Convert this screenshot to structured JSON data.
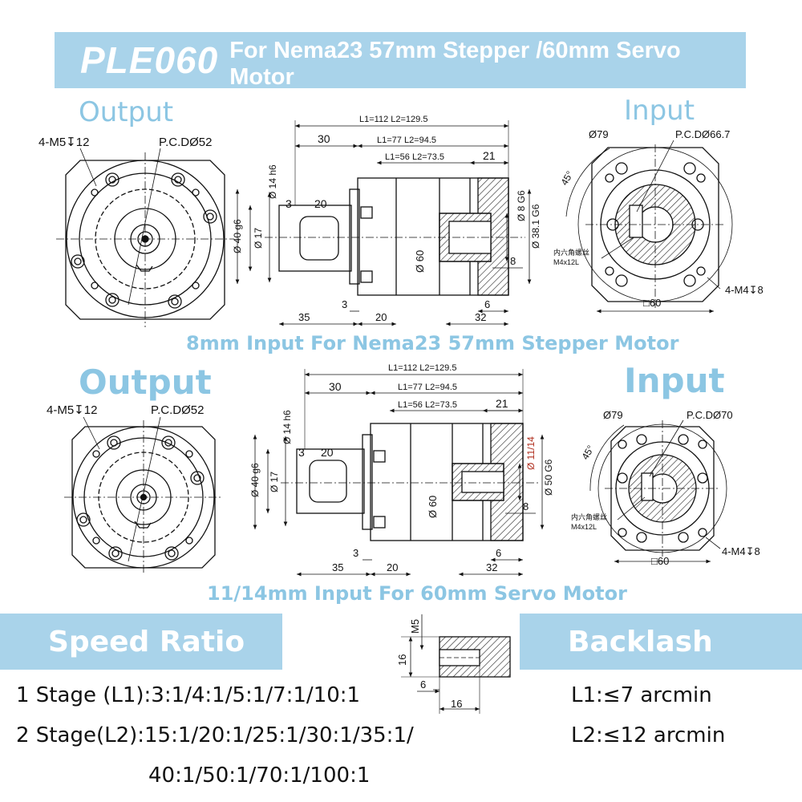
{
  "title": {
    "model": "PLE060",
    "description": "For Nema23 57mm Stepper /60mm Servo Motor"
  },
  "section1": {
    "output_label": "Output",
    "input_label": "Input",
    "caption": "8mm Input For Nema23 57mm Stepper Motor",
    "output_view": {
      "holes": "4-M5↧12",
      "pcd": "P.C.DØ52"
    },
    "side_view": {
      "l3": "L1=112   L2=129.5",
      "l2": "L1=77   L2=94.5",
      "l1": "L1=56   L2=73.5",
      "d30": "30",
      "d21": "21",
      "d20": "20",
      "d3a": "3",
      "phi14": "Ø 14 h6",
      "phi40": "Ø 40 g6",
      "phi17": "Ø 17",
      "phi60": "Ø 60",
      "phi_in": "Ø 8 G6",
      "phi_bore": "Ø 38.1 G6",
      "d8": "8",
      "d3b": "3",
      "d35": "35",
      "d20b": "20",
      "d6": "6",
      "d32": "32"
    },
    "input_view": {
      "phi79": "Ø79",
      "pcd": "P.C.DØ66.7",
      "angle": "45°",
      "screw_cn": "内六角螺丝",
      "screw": "M4x12L",
      "holes": "4-M4↧8",
      "square": "□60"
    }
  },
  "section2": {
    "output_label": "Output",
    "input_label": "Input",
    "caption": "11/14mm Input For 60mm Servo Motor",
    "output_view": {
      "holes": "4-M5↧12",
      "pcd": "P.C.DØ52"
    },
    "side_view": {
      "l3": "L1=112   L2=129.5",
      "l2": "L1=77   L2=94.5",
      "l1": "L1=56   L2=73.5",
      "d30": "30",
      "d21": "21",
      "d20": "20",
      "d3a": "3",
      "phi14": "Ø 14 h6",
      "phi40": "Ø 40 g6",
      "phi17": "Ø 17",
      "phi60": "Ø 60",
      "phi_in": "Ø 11/14",
      "phi_bore": "Ø 50 G6",
      "d8": "8",
      "d3b": "3",
      "d35": "35",
      "d20b": "20",
      "d6": "6",
      "d32": "32"
    },
    "input_view": {
      "phi79": "Ø79",
      "pcd": "P.C.DØ70",
      "angle": "45°",
      "screw_cn": "内六角螺丝",
      "screw": "M4x12L",
      "holes": "4-M4↧8",
      "square": "□60"
    }
  },
  "detail": {
    "m5": "M5",
    "d16a": "16",
    "d6": "6",
    "d16b": "16"
  },
  "speed_ratio": {
    "heading": "Speed Ratio",
    "stage1": "1 Stage (L1):3:1/4:1/5:1/7:1/10:1",
    "stage2_line1": "2 Stage(L2):15:1/20:1/25:1/30:1/35:1/",
    "stage2_line2": "40:1/50:1/70:1/100:1"
  },
  "backlash": {
    "heading": "Backlash",
    "l1": "L1:≤7 arcmin",
    "l2": "L2:≤12 arcmin"
  }
}
